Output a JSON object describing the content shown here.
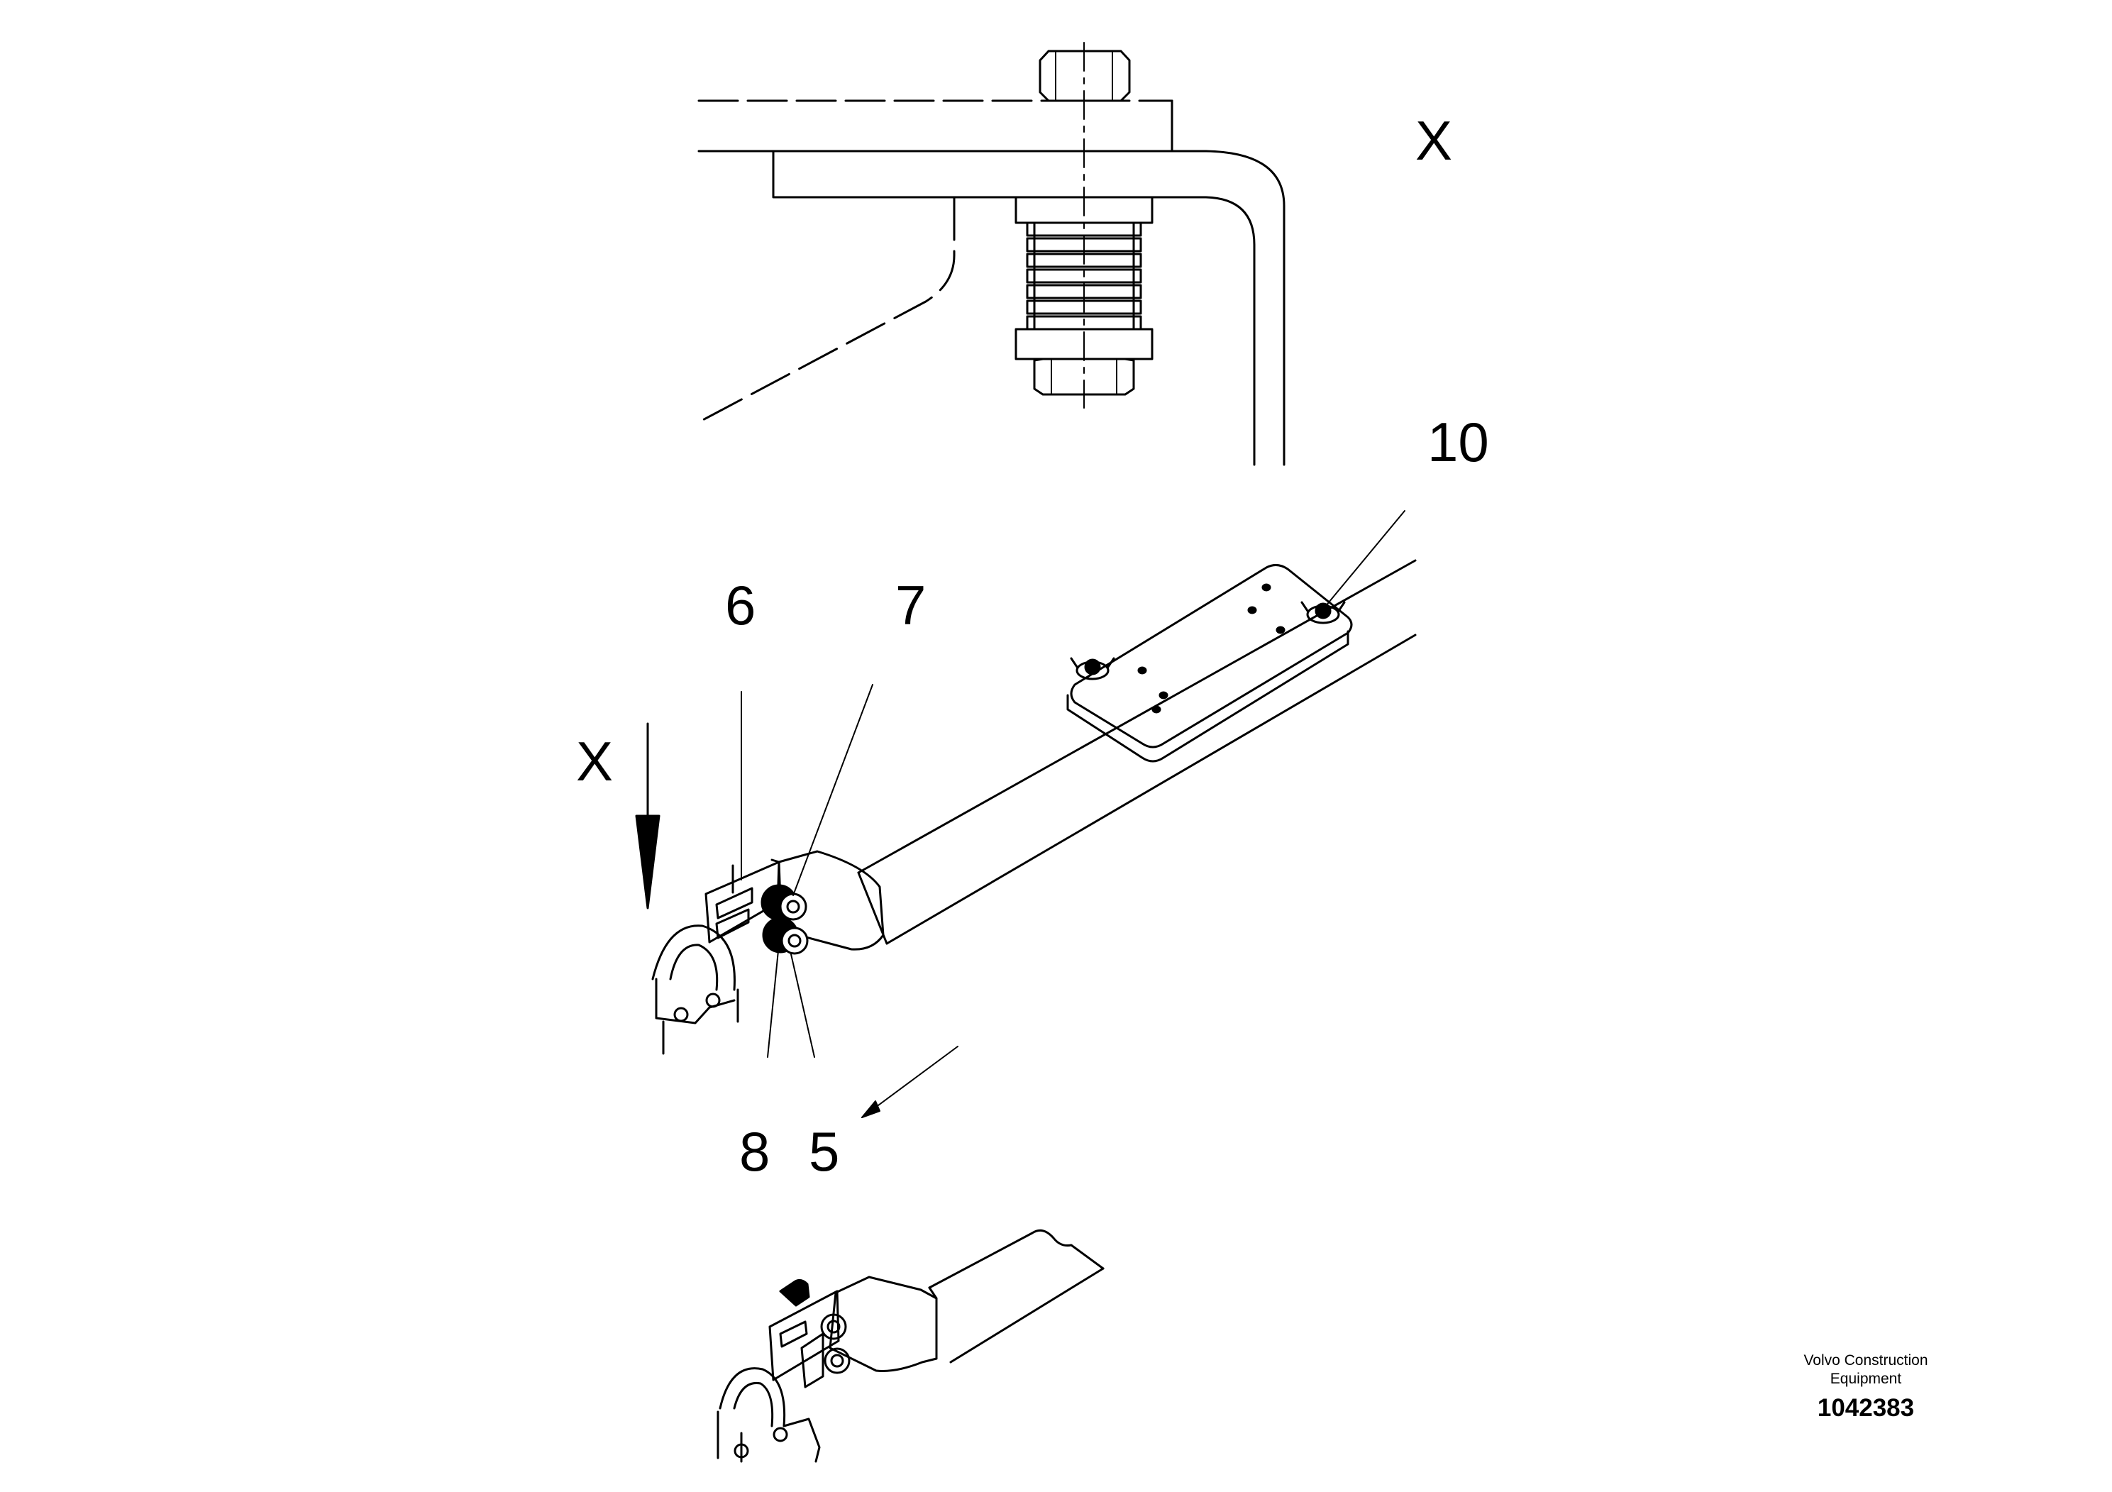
{
  "callouts": {
    "view_x_top": "X",
    "view_x_arrow": "X",
    "item_10": "10",
    "item_6": "6",
    "item_7": "7",
    "item_8": "8",
    "item_5": "5"
  },
  "footer": {
    "brand_line1": "Volvo Construction",
    "brand_line2": "Equipment",
    "doc_number": "1042383"
  }
}
